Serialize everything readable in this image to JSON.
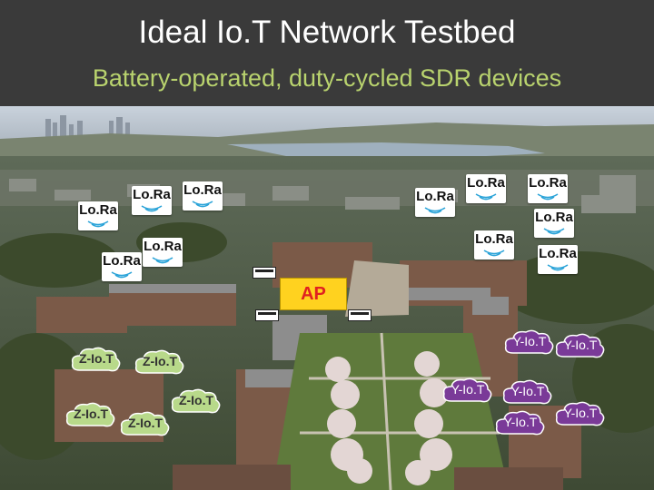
{
  "slide": {
    "title": "Ideal Io.T Network Testbed",
    "subtitle": "Battery-operated, duty-cycled SDR devices"
  },
  "colors": {
    "header_bg": "#3a3a3a",
    "title_text": "#ffffff",
    "subtitle_text": "#b9d36e",
    "ap_fill": "#ffd21f",
    "ap_text": "#e02020",
    "z_iot_fill": "#b8d98a",
    "y_iot_fill": "#7a3a98"
  },
  "access_point": {
    "label": "AP"
  },
  "lora_devices": [
    {
      "label": "Lo.Ra",
      "icon": "signal-wave-icon"
    },
    {
      "label": "Lo.Ra",
      "icon": "signal-wave-icon"
    },
    {
      "label": "Lo.Ra",
      "icon": "signal-wave-icon"
    },
    {
      "label": "Lo.Ra",
      "icon": "signal-wave-icon"
    },
    {
      "label": "Lo.Ra",
      "icon": "signal-wave-icon"
    },
    {
      "label": "Lo.Ra",
      "icon": "signal-wave-icon"
    },
    {
      "label": "Lo.Ra",
      "icon": "signal-wave-icon"
    },
    {
      "label": "Lo.Ra",
      "icon": "signal-wave-icon"
    },
    {
      "label": "Lo.Ra",
      "icon": "signal-wave-icon"
    },
    {
      "label": "Lo.Ra",
      "icon": "signal-wave-icon"
    },
    {
      "label": "Lo.Ra",
      "icon": "signal-wave-icon"
    }
  ],
  "z_iot_devices": [
    {
      "label": "Z-Io.T"
    },
    {
      "label": "Z-Io.T"
    },
    {
      "label": "Z-Io.T"
    },
    {
      "label": "Z-Io.T"
    },
    {
      "label": "Z-Io.T"
    }
  ],
  "y_iot_devices": [
    {
      "label": "Y-Io.T"
    },
    {
      "label": "Y-Io.T"
    },
    {
      "label": "Y-Io.T"
    },
    {
      "label": "Y-Io.T"
    },
    {
      "label": "Y-Io.T"
    },
    {
      "label": "Y-Io.T"
    }
  ]
}
